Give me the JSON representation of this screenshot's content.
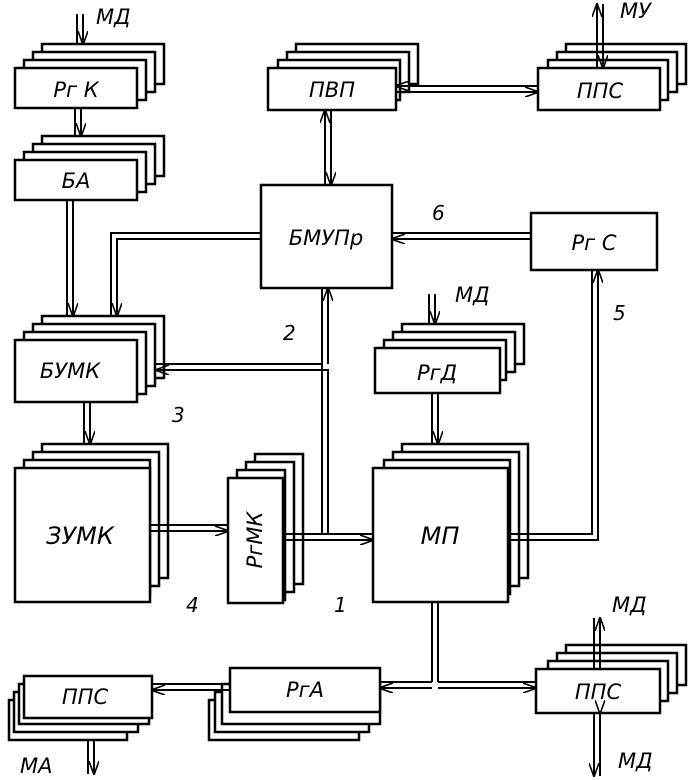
{
  "blocks": {
    "rgk": "Рг К",
    "ba": "БА",
    "bumk": "БУМК",
    "zumk": "ЗУМК",
    "rgmk": "РгМК",
    "pvp": "ПВП",
    "pps_top": "ППС",
    "bmupr": "БМУПр",
    "rgs": "Рг С",
    "rgd": "РгД",
    "mp": "МП",
    "pps_left": "ППС",
    "rga": "РгА",
    "pps_right": "ППС"
  },
  "signals": {
    "md_rgk": "МД",
    "mu": "МУ",
    "md_rgd": "МД",
    "md_pps_top": "МД",
    "md_pps_bottom": "МД",
    "ma": "МА"
  },
  "numbers": {
    "n1": "1",
    "n2": "2",
    "n3": "3",
    "n4": "4",
    "n5": "5",
    "n6": "6"
  }
}
